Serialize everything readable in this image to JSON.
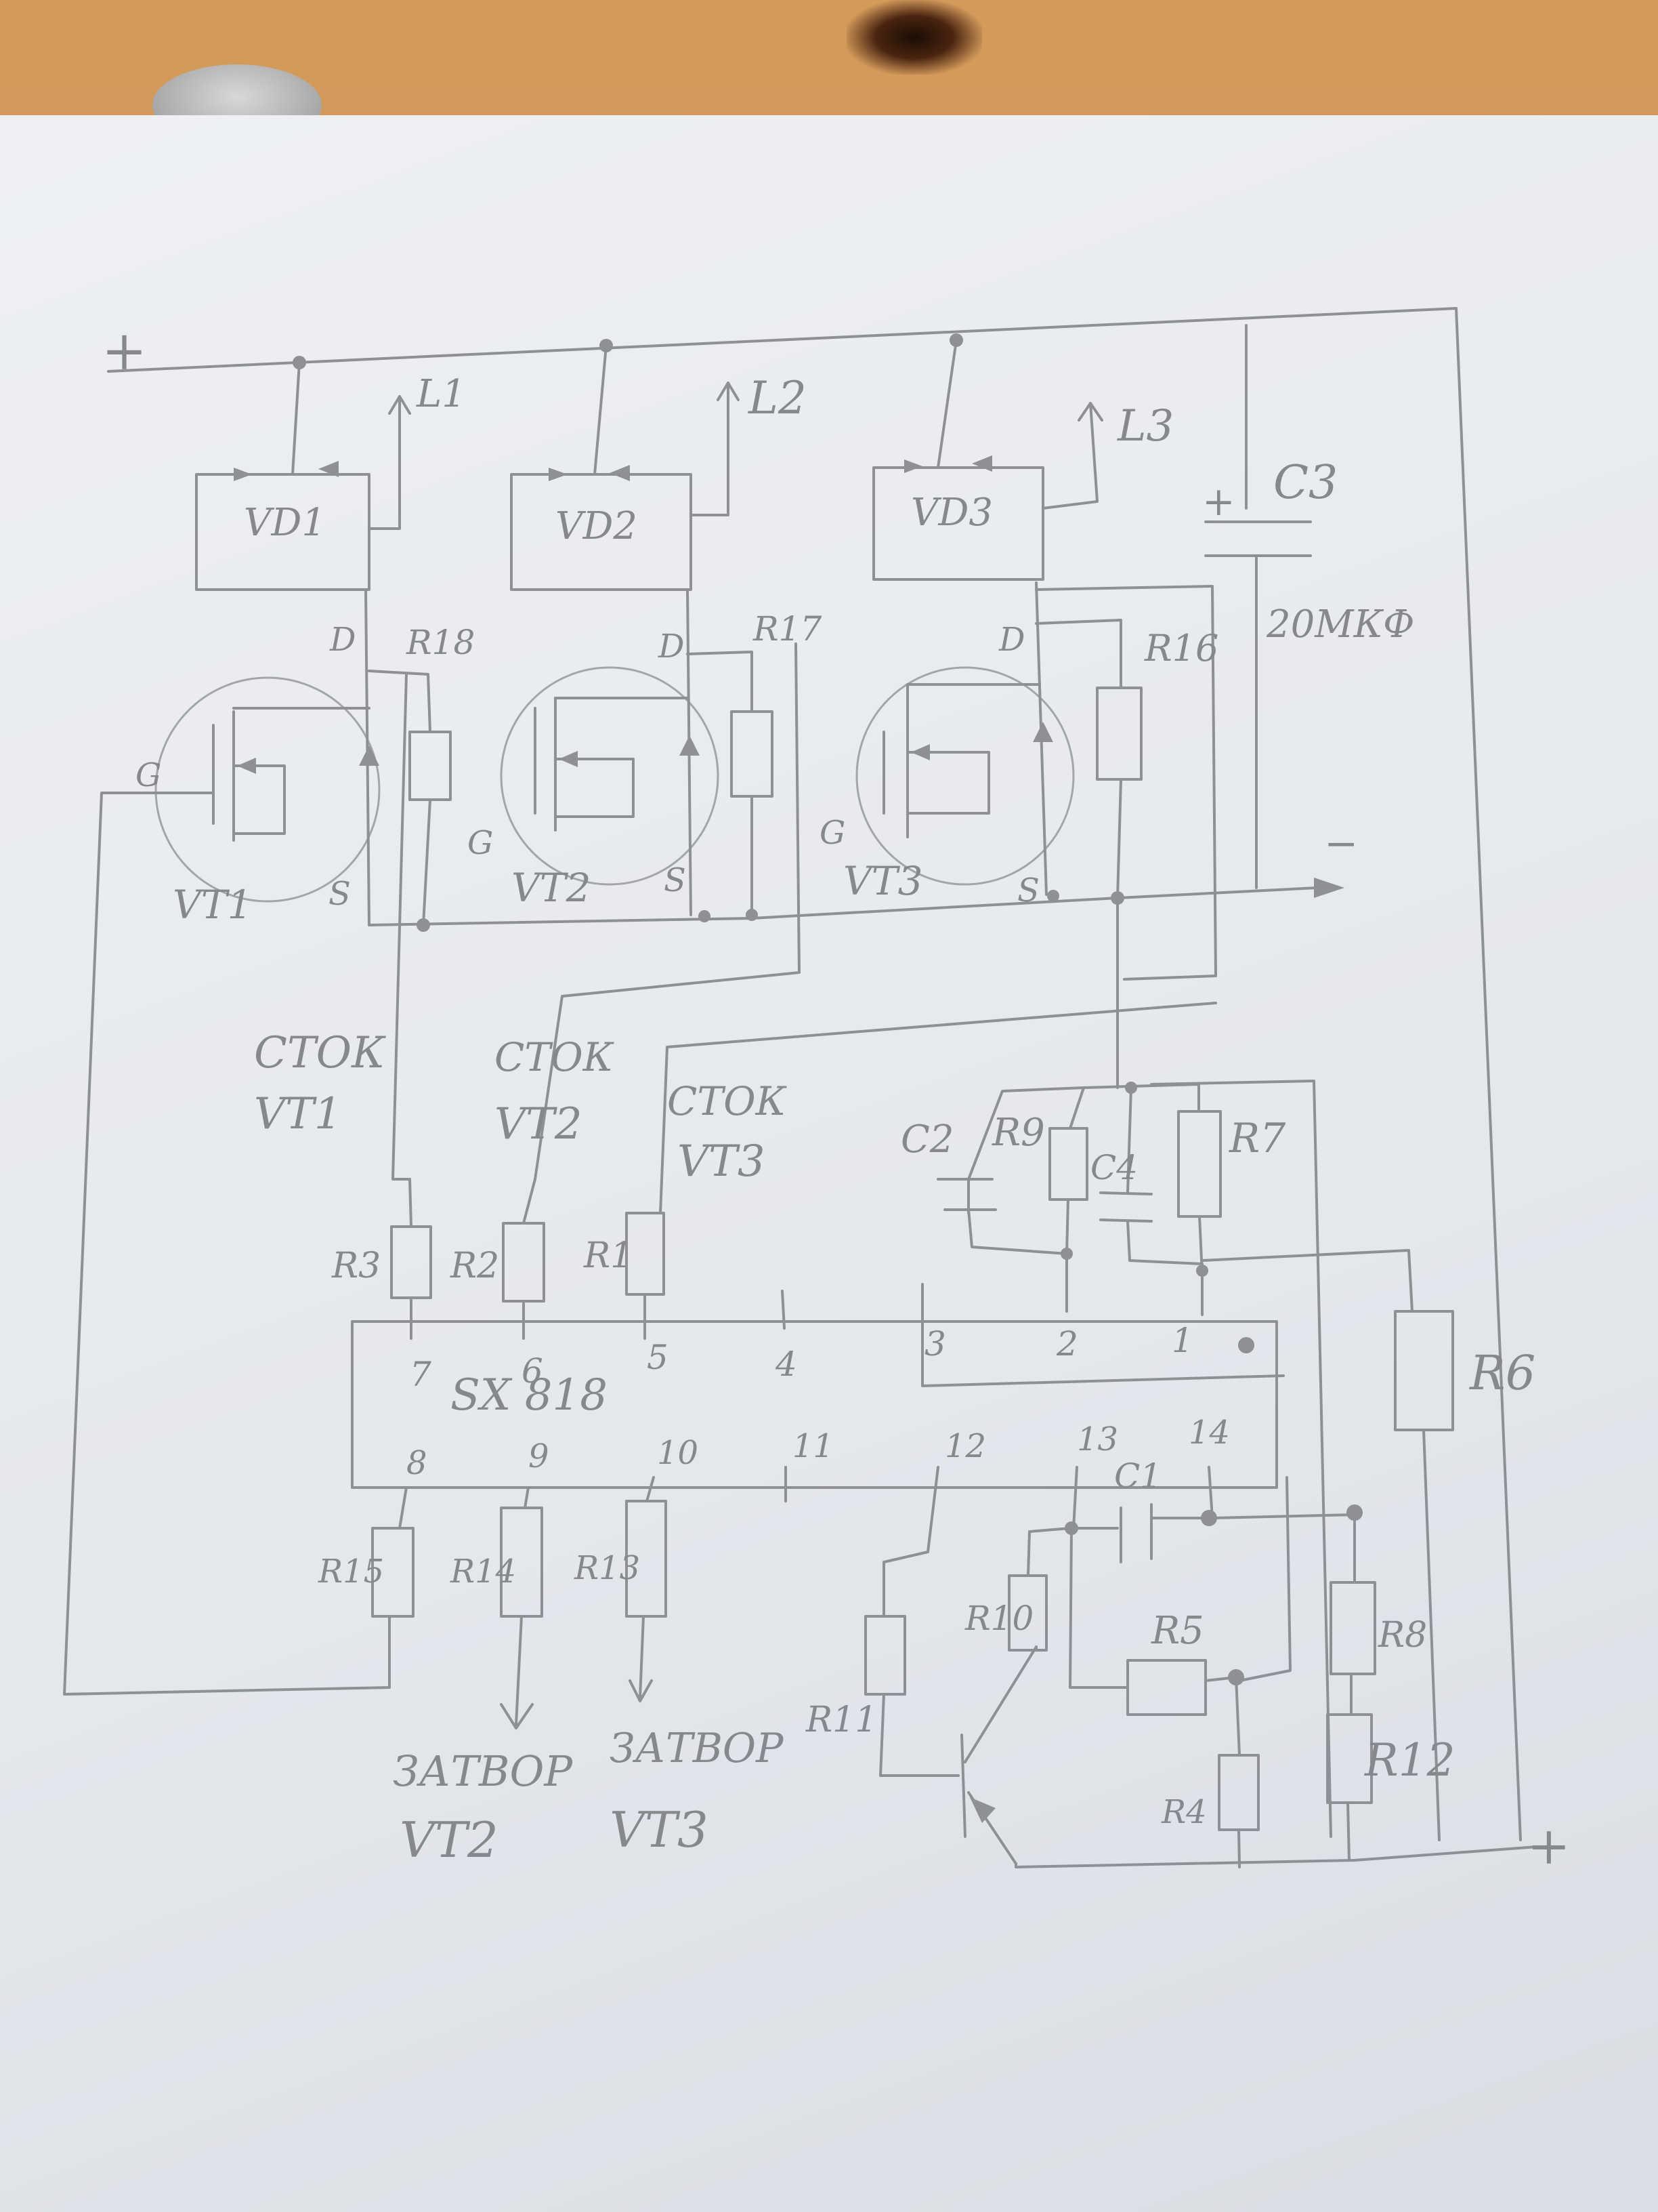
{
  "rails": {
    "plus_label": "+",
    "minus_label": "−",
    "plus_bottom_label": "+"
  },
  "capacitor_c3": {
    "name": "C3",
    "polarity": "+",
    "value": "20МКФ"
  },
  "diodes": [
    "VD1",
    "VD2",
    "VD3"
  ],
  "outputs": [
    "L1",
    "L2",
    "L3"
  ],
  "transistors": [
    {
      "name": "VT1",
      "gate": "G",
      "drain": "D",
      "source": "S"
    },
    {
      "name": "VT2",
      "gate": "G",
      "drain": "D",
      "source": "S"
    },
    {
      "name": "VT3",
      "gate": "G",
      "drain": "D",
      "source": "S"
    }
  ],
  "drain_resistors": [
    "R18",
    "R17",
    "R16"
  ],
  "stock_labels": [
    {
      "line1": "СТОК",
      "line2": "VT1"
    },
    {
      "line1": "СТОК",
      "line2": "VT2"
    },
    {
      "line1": "СТОК",
      "line2": "VT3"
    }
  ],
  "ic": {
    "name": "SX 818",
    "top_pins": [
      "7",
      "6",
      "5",
      "4",
      "3",
      "2",
      "1"
    ],
    "bottom_pins": [
      "8",
      "9",
      "10",
      "11",
      "12",
      "13",
      "14"
    ]
  },
  "resistors": {
    "r1": "R1",
    "r2": "R2",
    "r3": "R3",
    "r4": "R4",
    "r5": "R5",
    "r6": "R6",
    "r7": "R7",
    "r8": "R8",
    "r9": "R9",
    "r10": "R10",
    "r11": "R11",
    "r12": "R12",
    "r13": "R13",
    "r14": "R14",
    "r15": "R15"
  },
  "capacitors": {
    "c1": "C1",
    "c2": "C2",
    "c4": "C4"
  },
  "gate_outputs": [
    {
      "line1": "ЗАТВОР",
      "line2": "VT2"
    },
    {
      "line1": "ЗАТВОР",
      "line2": "VT3"
    }
  ]
}
